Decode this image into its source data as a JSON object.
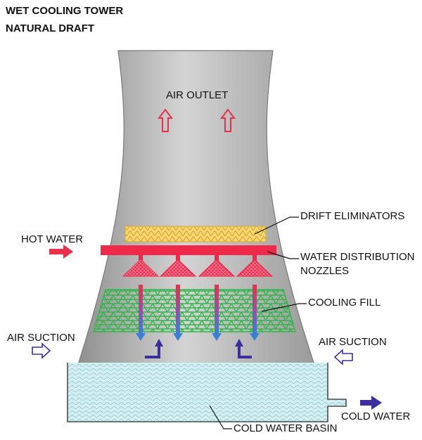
{
  "title": {
    "line1": "WET COOLING TOWER",
    "line2": "NATURAL DRAFT"
  },
  "labels": {
    "air_outlet": "AIR OUTLET",
    "drift_eliminators": "DRIFT ELIMINATORS",
    "hot_water": "HOT WATER",
    "water_distribution": "WATER DISTRIBUTION",
    "nozzles": "NOZZLES",
    "cooling_fill": "COOLING FILL",
    "air_suction_left": "AIR SUCTION",
    "air_suction_right": "AIR SUCTION",
    "cold_water": "COLD WATER",
    "cold_water_basin": "COLD WATER BASIN"
  },
  "colors": {
    "tower": "#a9a9a9",
    "tower_light": "#d2d2d2",
    "drift_eliminators": "#f2c84b",
    "distribution_pipe": "#f0284a",
    "nozzle": "#f0284a",
    "fill": "#2fb84a",
    "water_drop_top": "#e8304a",
    "water_drop_bottom": "#3a7fd5",
    "air_arrow": "#3b2fa0",
    "basin": "#d5eef2",
    "basin_edge": "#4a4a4a"
  }
}
